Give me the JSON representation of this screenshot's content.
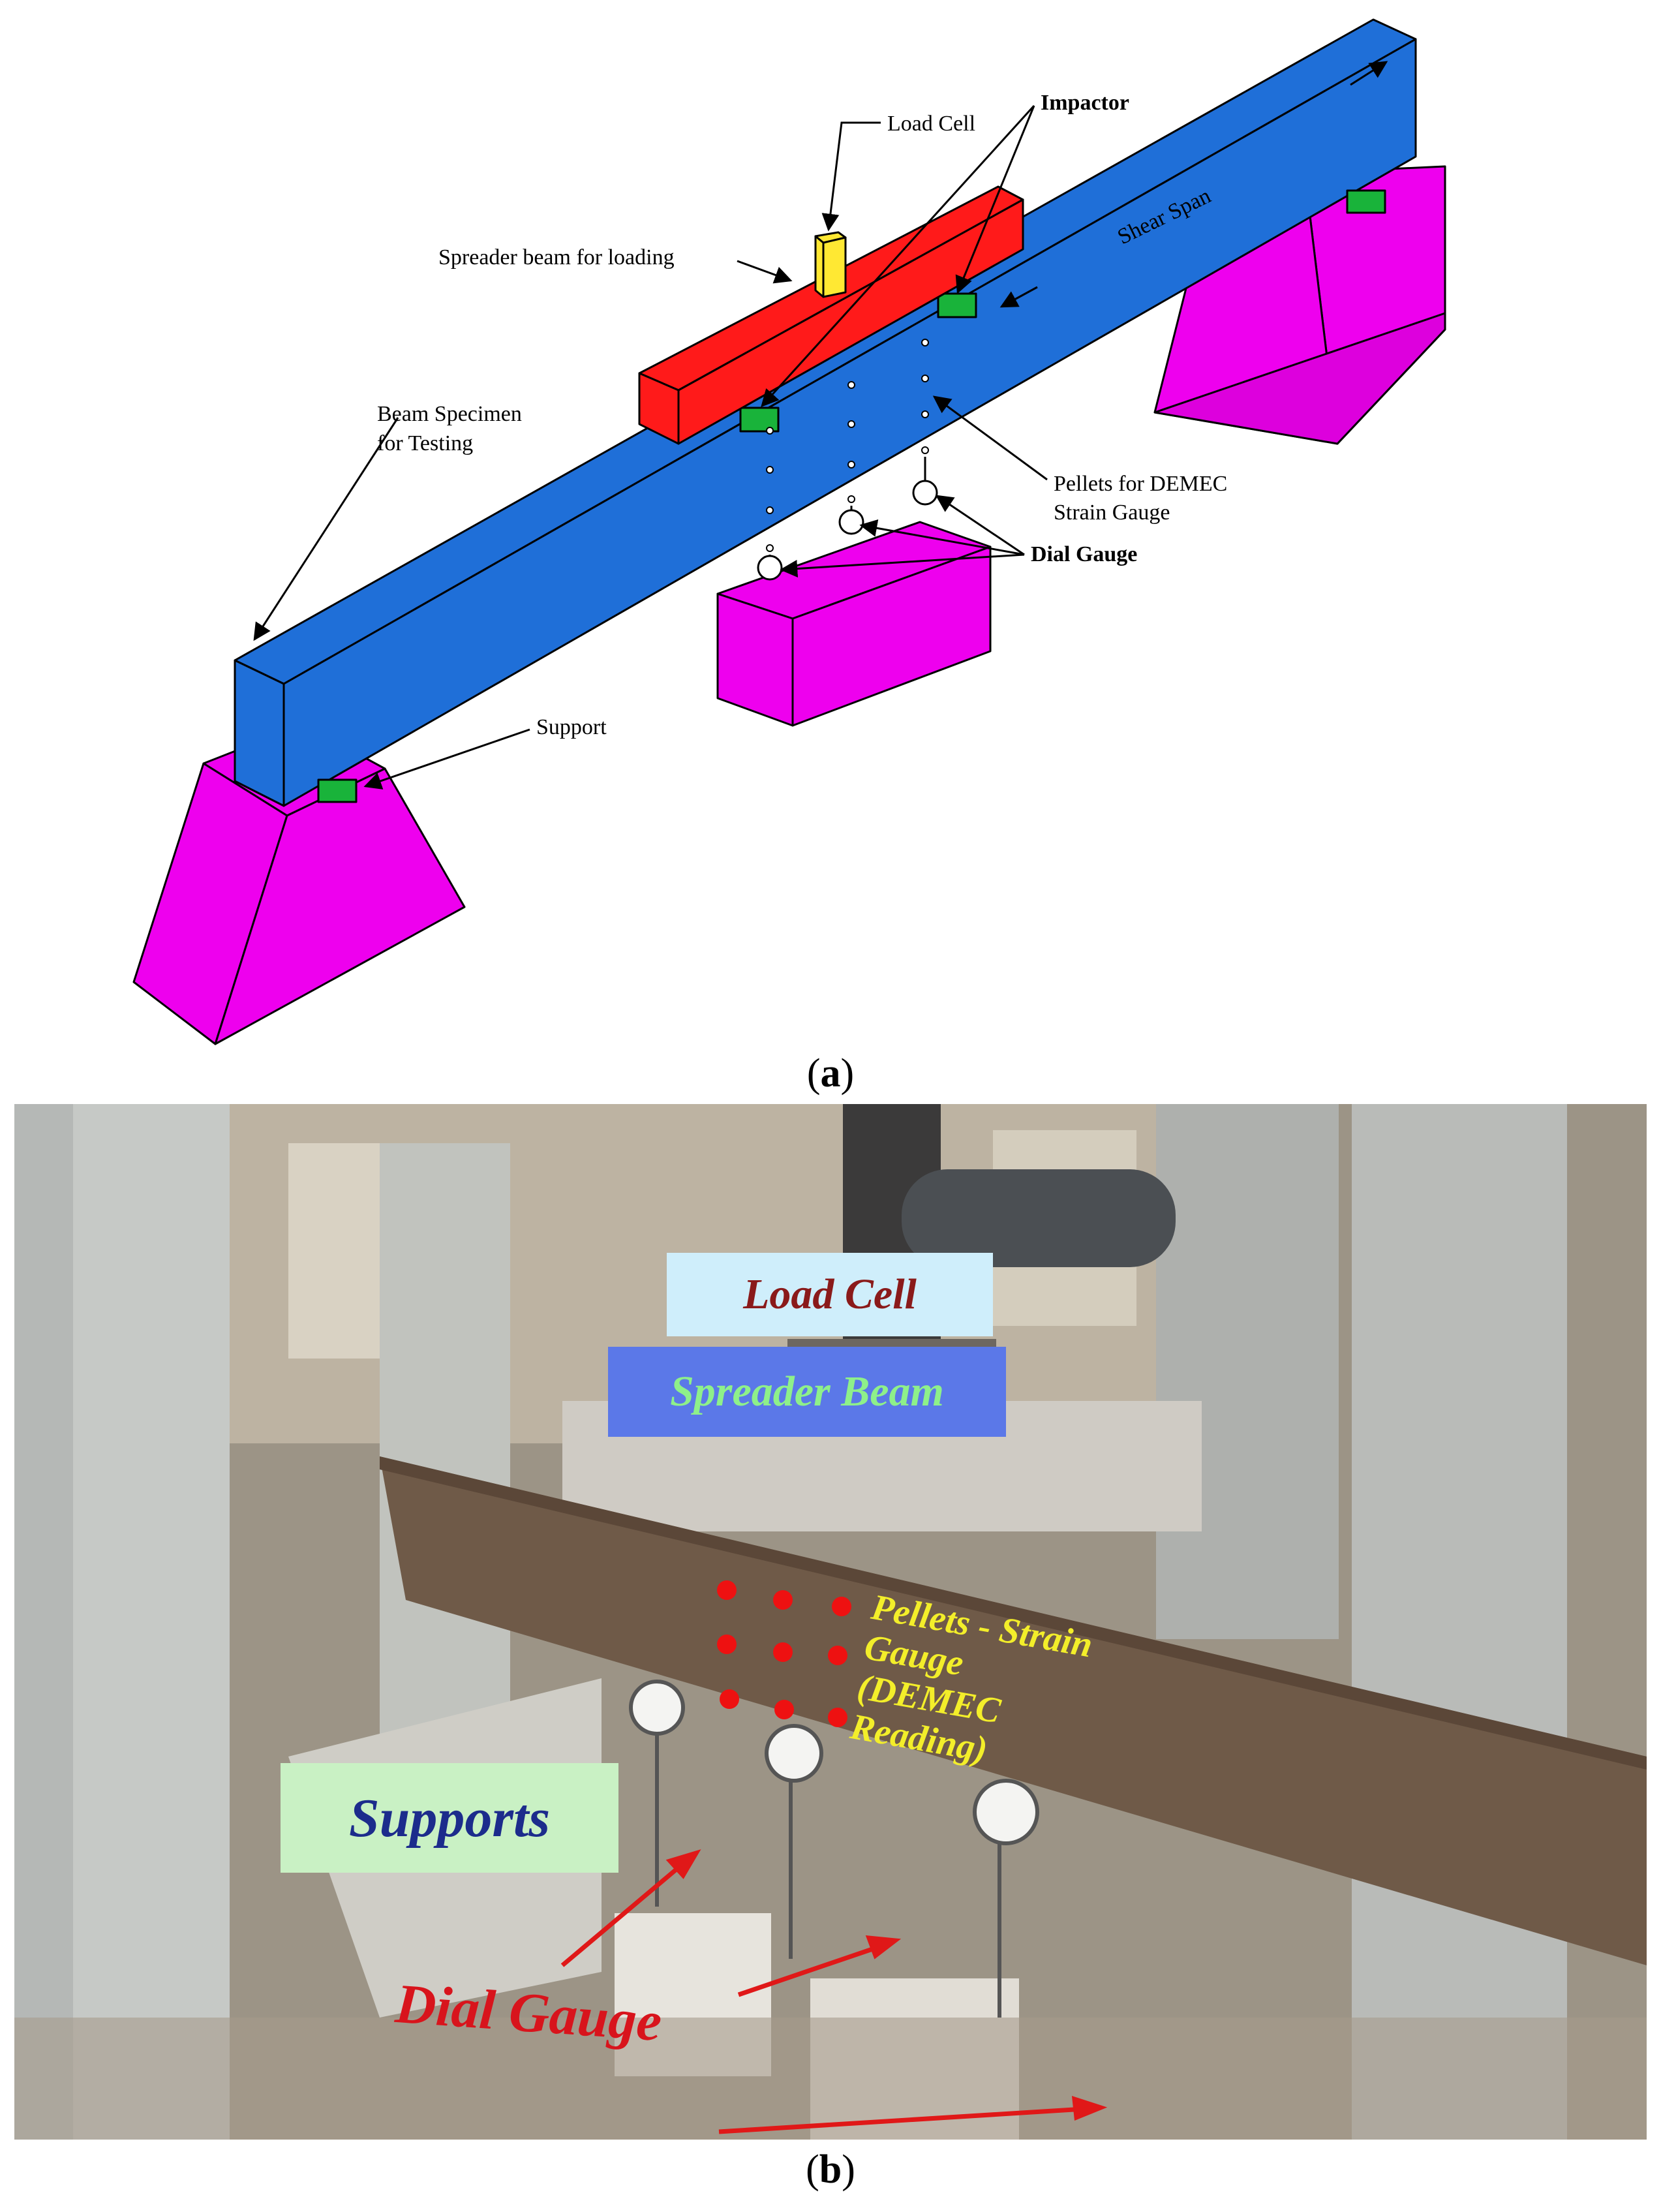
{
  "figure_a": {
    "labels": {
      "load_cell": "Load Cell",
      "impactor": "Impactor",
      "spreader_beam": "Spreader beam for loading",
      "shear_span": "Shear Span",
      "beam_specimen_line1": "Beam Specimen",
      "beam_specimen_line2": "for Testing",
      "pellets_line1": "Pellets for DEMEC",
      "pellets_line2": "Strain Gauge",
      "dial_gauge": "Dial Gauge",
      "support": "Support"
    },
    "caption": "a",
    "colors": {
      "beam": "#1f6fd8",
      "spreader": "#ff1a1a",
      "support_block": "#ee00ee",
      "bearing": "#19b33a",
      "load_cell": "#ffe833"
    }
  },
  "figure_b": {
    "annotations": {
      "load_cell": "Load Cell",
      "spreader_beam": "Spreader Beam",
      "pellets_line1": "Pellets -  Strain",
      "pellets_line2": "Gauge (DEMEC",
      "pellets_line3": "Reading)",
      "supports": "Supports",
      "dial_gauge": "Dial Gauge"
    },
    "caption": "b",
    "colors": {
      "load_cell_box": "#cfeefb",
      "spreader_box": "#5b78e8",
      "supports_box": "#c9f1c4",
      "pellet_dot": "#ee1111",
      "dial_text": "#d8141c"
    }
  }
}
